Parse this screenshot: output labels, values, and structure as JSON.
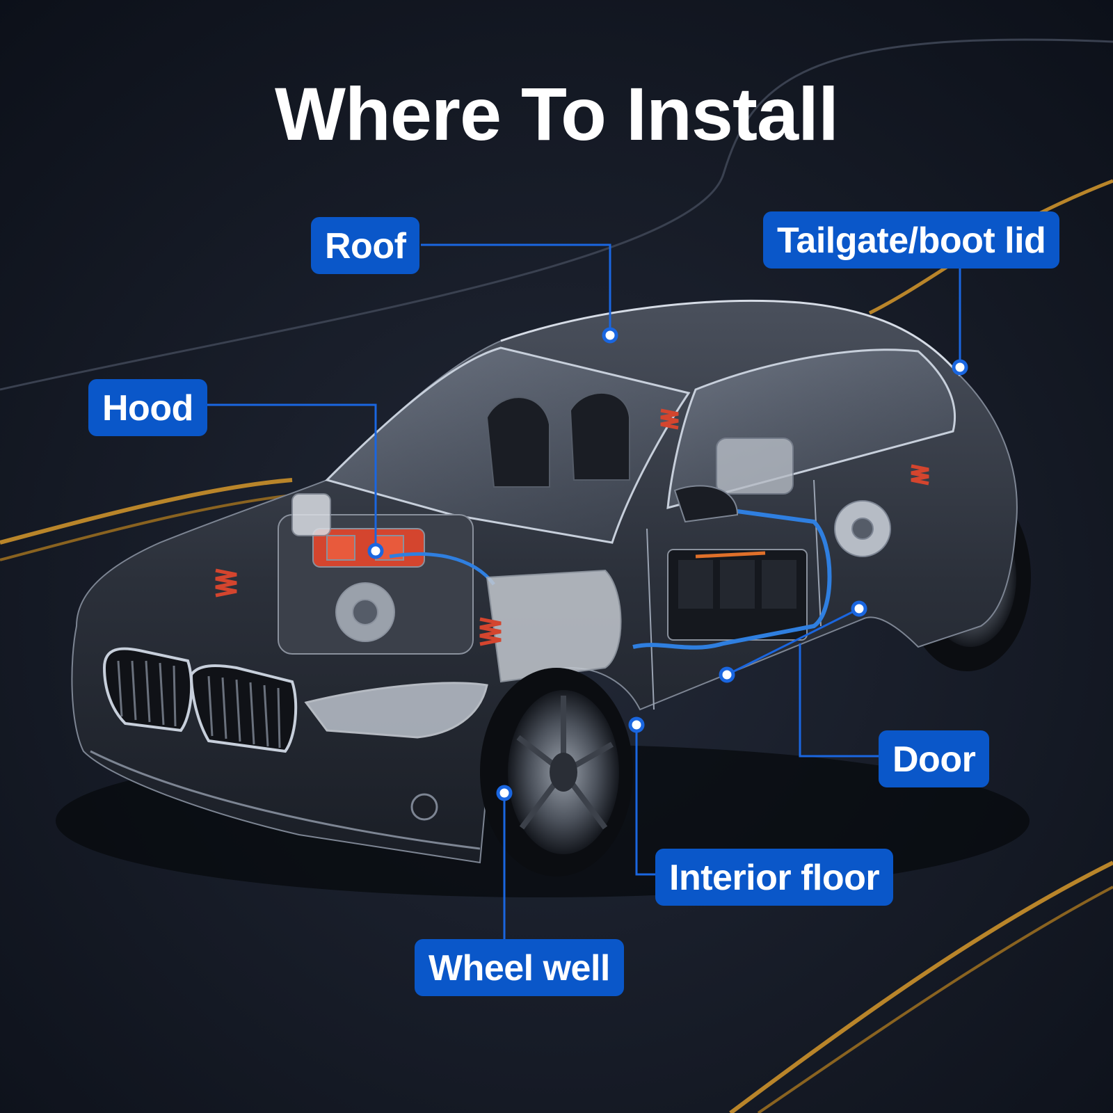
{
  "title": "Where To Install",
  "colors": {
    "accent": "#0a57c9",
    "background": "#0f1420",
    "road_line": "#b9852a",
    "car_body": "#2a2f38"
  },
  "labels": {
    "roof": "Roof",
    "tailgate": "Tailgate/boot lid",
    "hood": "Hood",
    "door": "Door",
    "interior_floor": "Interior floor",
    "wheel_well": "Wheel well"
  }
}
